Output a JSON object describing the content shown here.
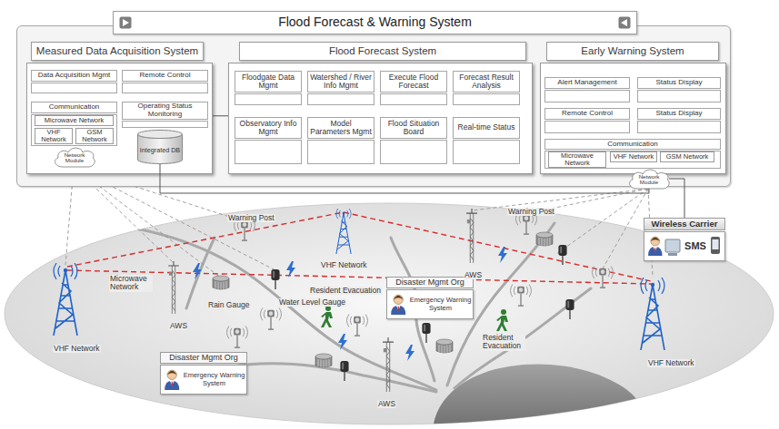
{
  "diagram": {
    "nodes": [
      {
        "text": [
          "Flood Forecast & Warning System"
        ]
      },
      {
        "text": [
          "Measured Data Acquisition System"
        ],
        "in": 0
      },
      {
        "text": [
          "Data Acquisition Mgmt"
        ],
        "in": 1
      },
      {
        "text": [
          "Remote Control"
        ],
        "in": 1
      },
      {
        "text": [
          "Communication"
        ],
        "in": 1
      },
      {
        "text": [
          "Microwave Network"
        ],
        "in": 4
      },
      {
        "text": [
          "VHF Network"
        ],
        "in": 4
      },
      {
        "text": [
          "GSM Network"
        ],
        "in": 4
      },
      {
        "text": [
          "Operating Status Monitoring"
        ],
        "in": 1
      },
      {
        "text": [
          "Integrated DB"
        ],
        "in": 1
      },
      {
        "text": [
          "Network Module"
        ],
        "in": 1
      },
      {
        "text": [
          "Flood Forecast System"
        ],
        "in": 0
      },
      {
        "text": [
          "Floodgate Data Mgmt"
        ],
        "in": 11
      },
      {
        "text": [
          "Watershed / River Info Mgmt"
        ],
        "in": 11
      },
      {
        "text": [
          "Execute Flood Forecast"
        ],
        "in": 11
      },
      {
        "text": [
          "Forecast Result Analysis"
        ],
        "in": 11
      },
      {
        "text": [
          "Observatory Info Mgmt"
        ],
        "in": 11
      },
      {
        "text": [
          "Model Parameters Mgmt"
        ],
        "in": 11
      },
      {
        "text": [
          "Flood Situation Board"
        ],
        "in": 11
      },
      {
        "text": [
          "Real-time Status"
        ],
        "in": 11
      },
      {
        "text": [
          "Early Warning System"
        ],
        "in": 0
      },
      {
        "text": [
          "Alert Management"
        ],
        "in": 20
      },
      {
        "text": [
          "Status Display"
        ],
        "in": 20
      },
      {
        "text": [
          "Remote Control"
        ],
        "in": 20
      },
      {
        "text": [
          "Status Display"
        ],
        "in": 20
      },
      {
        "text": [
          "Communication"
        ],
        "in": 20
      },
      {
        "text": [
          "Microwave Network"
        ],
        "in": 25
      },
      {
        "text": [
          "VHF Network"
        ],
        "in": 25
      },
      {
        "text": [
          "GSM Network"
        ],
        "in": 25
      },
      {
        "text": [
          "Network Module"
        ],
        "in": 20
      },
      {
        "text": [
          "Wireless Carrier",
          "SMS"
        ]
      },
      {
        "text": [
          "Disaster Mgmt Org",
          "Emergency Warning System"
        ]
      },
      {
        "text": [
          "Disaster Mgmt Org",
          "Emergency Warning System"
        ]
      }
    ],
    "edges": [
      {
        "from": 1,
        "to": 11,
        "arrow": "none"
      },
      {
        "from": 9,
        "to": 29,
        "arrow": "none"
      },
      {
        "from": 29,
        "to": 30,
        "arrow": "none"
      }
    ],
    "labels": [
      "Warning Post",
      "Warning Post",
      "VHF Network",
      "AWS",
      "Microwave Network",
      "Resident Evacuation",
      "Water Level Gauge",
      "Rain Gauge",
      "AWS",
      "Resident Evacuation",
      "VHF Network",
      "VHF Network",
      "AWS"
    ]
  }
}
